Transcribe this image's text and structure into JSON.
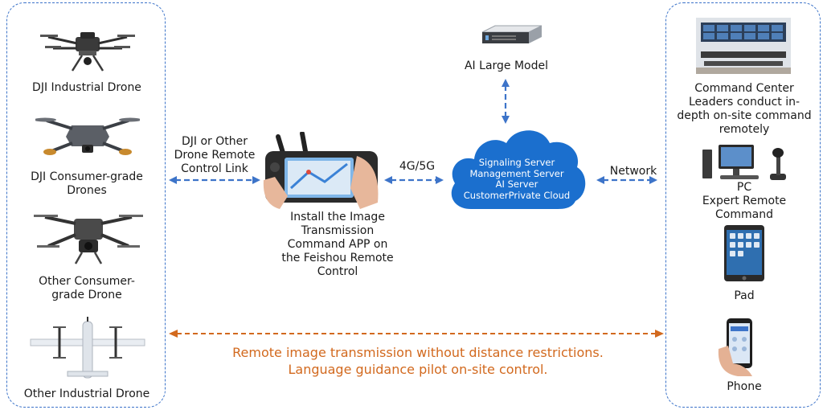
{
  "colors": {
    "link_blue": "#3d74c9",
    "cloud_blue": "#1b6fce",
    "orange": "#d2691e"
  },
  "left_devices": [
    {
      "icon": "industrial-drone-icon",
      "lines": [
        "DJI Industrial Drone"
      ]
    },
    {
      "icon": "consumer-drone-icon",
      "lines": [
        "DJI Consumer-grade",
        "Drones"
      ]
    },
    {
      "icon": "other-consumer-drone-icon",
      "lines": [
        "Other Consumer-",
        "grade Drone"
      ]
    },
    {
      "icon": "fixed-wing-drone-icon",
      "lines": [
        "Other Industrial Drone"
      ]
    }
  ],
  "link_left": {
    "lines": [
      "DJI or Other",
      "Drone Remote",
      "Control Link"
    ]
  },
  "remote_control": {
    "icon": "remote-controller-icon",
    "lines": [
      "Install the Image",
      "Transmission",
      "Command APP on",
      "the Feishou Remote",
      "Control"
    ]
  },
  "link_mid": {
    "label": "4G/5G"
  },
  "ai_model": {
    "icon": "rack-server-icon",
    "label": "AI Large Model"
  },
  "cloud": {
    "icon": "cloud-icon",
    "lines": [
      "Signaling Server",
      "Management Server",
      "AI Server",
      "CustomerPrivate Cloud"
    ]
  },
  "link_right": {
    "label": "Network"
  },
  "right_devices": [
    {
      "icon": "command-center-icon",
      "lines": [
        "Command Center",
        "Leaders conduct in-",
        "depth on-site command",
        "remotely"
      ]
    },
    {
      "icon": "pc-joystick-icon",
      "lines": [
        "PC",
        "Expert Remote",
        "Command"
      ]
    },
    {
      "icon": "tablet-icon",
      "lines": [
        "Pad"
      ]
    },
    {
      "icon": "phone-icon",
      "lines": [
        "Phone"
      ]
    }
  ],
  "bottom_note": {
    "lines": [
      "Remote image transmission without distance restrictions.",
      "Language guidance pilot on-site control."
    ]
  }
}
